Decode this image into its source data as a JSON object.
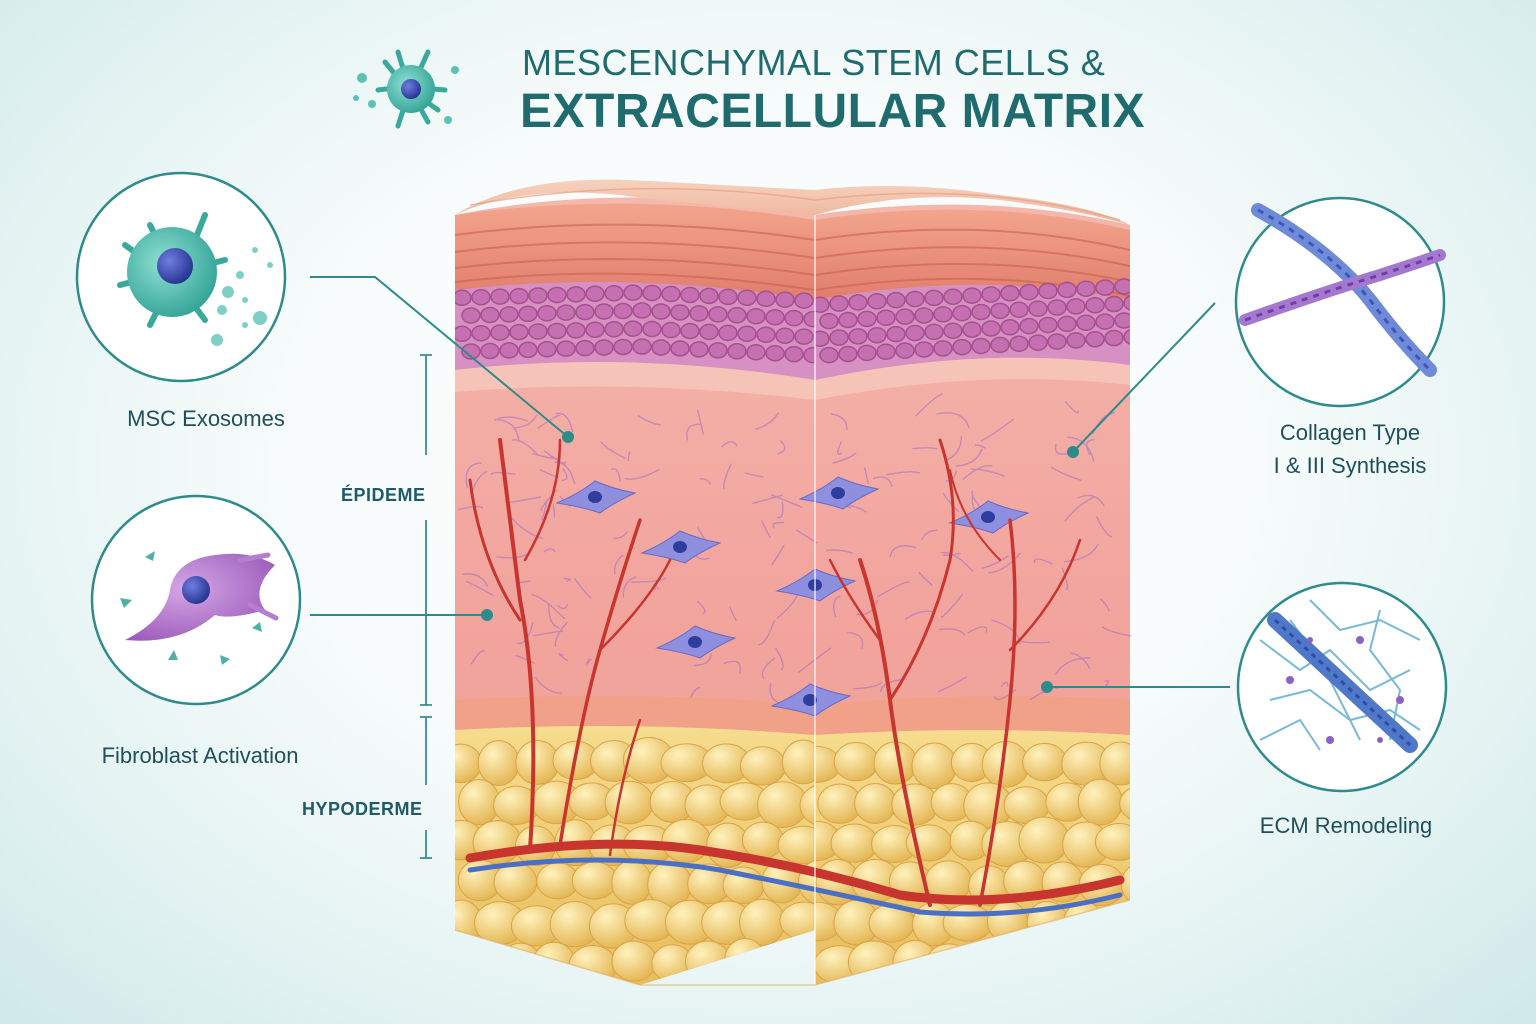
{
  "title": {
    "line1": "MESCENCHYMAL STEM CELLS &",
    "line2": "EXTRACELLULAR MATRIX"
  },
  "callouts": {
    "msc_exosomes": "MSC Exosomes",
    "fibroblast_activation": "Fibroblast Activation",
    "collagen_line1": "Collagen Type",
    "collagen_line2": "I & III Synthesis",
    "ecm_remodeling": "ECM Remodeling"
  },
  "layers": {
    "epidermis": "ÉPIDEME",
    "hypodermis": "HYPODERME"
  },
  "colors": {
    "teal": "#2e8b8b",
    "dark_teal": "#1f6b6e",
    "skin_surface": "#f1b59a",
    "epidermis_cells": "#c779b4",
    "dermis": "#f0a39b",
    "fat": "#f1cf6e",
    "vessel": "#c8352f",
    "fibroblast": "#7b7fd6"
  }
}
